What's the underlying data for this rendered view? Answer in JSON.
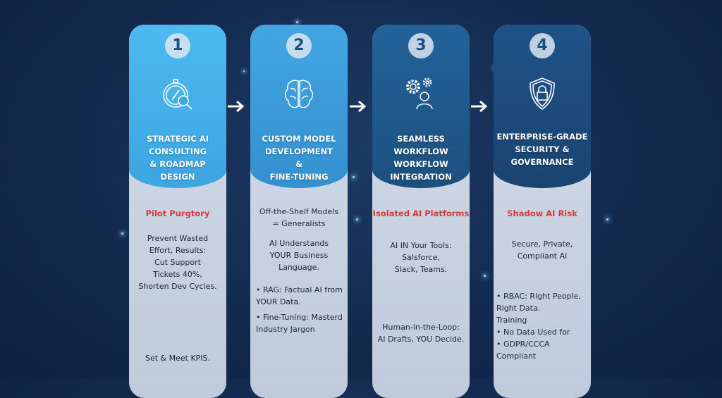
{
  "colors": {
    "background": "#132a4e",
    "card1": "#45b0ea",
    "card2": "#3a9ad6",
    "card3": "#1f5a8f",
    "card4": "#1c4a7c",
    "problem": "#d8383a"
  },
  "cards": [
    {
      "number": "1",
      "icon": "compass-search-icon",
      "title": "STRATEGIC AI\nCONSULTING\n& ROADMAP\nDESIGN",
      "problem": "Pilot Purgtory",
      "body": "Prevent Wasted\nEffort, Results:\nCut Support\nTickets 40%,\nShorten Dev Cycles.",
      "footer": "Set & Meet KPIS."
    },
    {
      "number": "2",
      "icon": "brain-icon",
      "title": "CUSTOM MODEL\nDEVELOPMENT\n&\nFINE-TUNING",
      "intro": "Off-the-Shelf Models\n= Generalists",
      "body": "AI Understands\nYOUR Business\nLanguage.",
      "bullet1": "• RAG: Factual AI from\n   YOUR Data.",
      "bullet2": "• Fine-Tuning: Masterd\n   Industry Jargon"
    },
    {
      "number": "3",
      "icon": "gears-person-icon",
      "title": "SEAMLESS\nWORKFLOW\nWORKFLOW\nINTEGRATION",
      "problem": "Isolated AI Platforms",
      "body": "AI IN Your Tools:\nSalsforce,\nSlack, Teams.",
      "footer": "Human-in-the-Loop:\nAI Drafts, YOU Decide."
    },
    {
      "number": "4",
      "icon": "shield-lock-icon",
      "title": "ENTERPRISE-GRADE\nSECURITY &\nGOVERNANCE",
      "problem": "Shadow AI Risk",
      "body": "Secure, Private,\nCompliant AI",
      "bullets": "• RBAC: Right People,\n   Right Data.\n     Training\n  • No Data Used for\n• GDPR/CCCA Compliant"
    }
  ]
}
